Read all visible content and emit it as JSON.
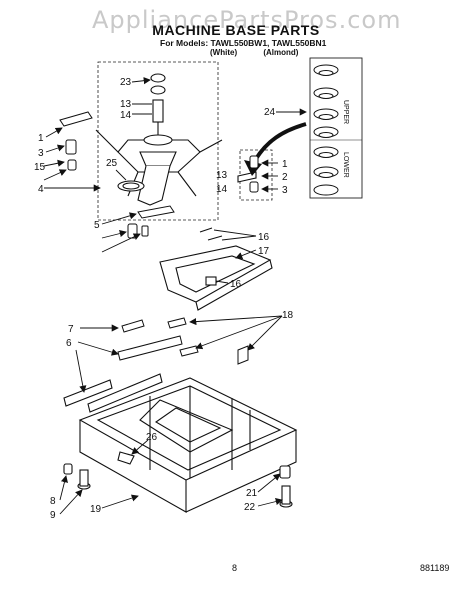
{
  "watermark": "AppliancePartsPros.com",
  "title": "MACHINE BASE PARTS",
  "models": "For Models: TAWL550BW1, TAWL550BN1",
  "variants": [
    "(White)",
    "(Almond)"
  ],
  "inset_labels": [
    "UPPER",
    "LOWER"
  ],
  "callouts": [
    "23",
    "13",
    "14",
    "1",
    "3",
    "15",
    "25",
    "4",
    "5",
    "24",
    "13",
    "14",
    "1",
    "2",
    "3",
    "16",
    "17",
    "16",
    "7",
    "6",
    "18",
    "26",
    "8",
    "9",
    "19",
    "21",
    "22"
  ],
  "page_number": "8",
  "doc_code": "881189"
}
